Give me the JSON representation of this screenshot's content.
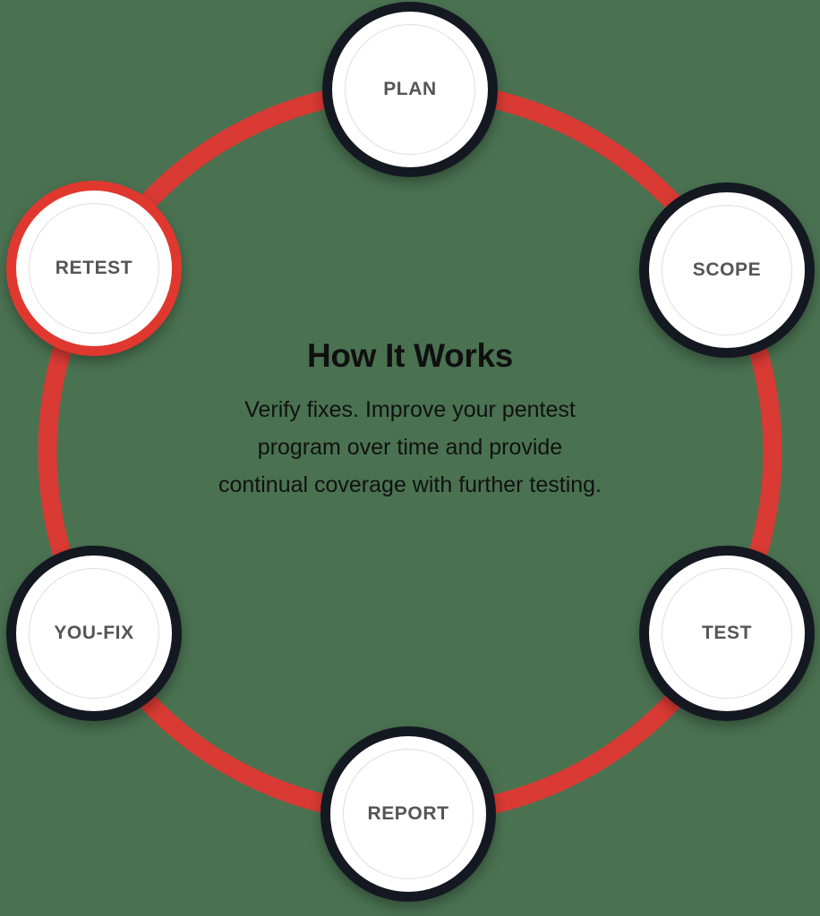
{
  "diagram": {
    "title": "How It Works",
    "description": "Verify fixes. Improve your pentest program over time and provide continual coverage with further testing.",
    "description_lines": [
      "Verify fixes. Improve your pentest",
      "program over time and provide",
      "continual coverage with further testing."
    ],
    "type": "cycle",
    "active_step": "RETEST",
    "colors": {
      "ring_accent": "#d93a34",
      "node_border_default": "#141821",
      "node_border_active": "#e0382f",
      "node_fill": "#ffffff",
      "node_inner_outline": "#dedede",
      "node_label_text": "#555555",
      "title_text": "#101010",
      "description_text": "#111111",
      "background": "#4a7251"
    },
    "steps": [
      {
        "id": "plan",
        "label": "PLAN",
        "order": 1,
        "state": "default"
      },
      {
        "id": "scope",
        "label": "SCOPE",
        "order": 2,
        "state": "default"
      },
      {
        "id": "test",
        "label": "TEST",
        "order": 3,
        "state": "default"
      },
      {
        "id": "report",
        "label": "REPORT",
        "order": 4,
        "state": "default"
      },
      {
        "id": "youfix",
        "label": "YOU-FIX",
        "order": 5,
        "state": "default"
      },
      {
        "id": "retest",
        "label": "RETEST",
        "order": 6,
        "state": "active"
      }
    ]
  }
}
